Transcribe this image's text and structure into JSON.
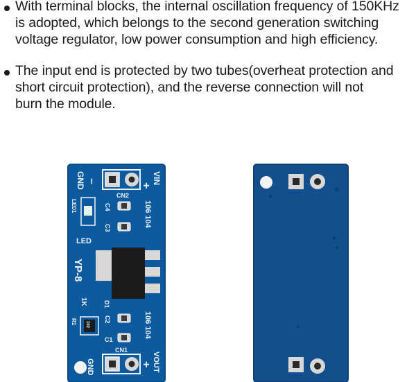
{
  "bullets": [
    {
      "lines": [
        "With terminal blocks, the internal oscillation frequency of 150KHz",
        "is adopted, which belongs to the second generation switching",
        "voltage regulator, low power consumption and high efficiency."
      ]
    },
    {
      "lines": [
        "The input end is protected by two tubes(overheat protection and",
        "short circuit protection), and the reverse connection will not",
        "burn the module."
      ]
    }
  ],
  "board_front": {
    "silkscreen": {
      "gnd_top": "GND",
      "minus": "–",
      "vin": "VIN",
      "plus_top": "+",
      "cn2": "CN2",
      "c4": "C4",
      "c3": "C3",
      "cap_vals_top": "106 104",
      "led1": "LED1",
      "led": "LED",
      "model": "YP-8",
      "d1": "D1",
      "onek": "1K",
      "r1": "R1",
      "r_code": "102",
      "c2": "C2",
      "c1": "C1",
      "cap_vals_bottom": "106 104",
      "cn1": "CN1",
      "gnd_bottom": "GND",
      "vout": "VOUT",
      "plus_bottom": "+"
    }
  },
  "colors": {
    "pcb": "#0d5a9e",
    "pcb_edge": "#0a4a86",
    "pcb_back": "#134f8d",
    "silk": "#eef4fb",
    "pad": "#d8d8d8",
    "chip": "#1c1c1c"
  }
}
